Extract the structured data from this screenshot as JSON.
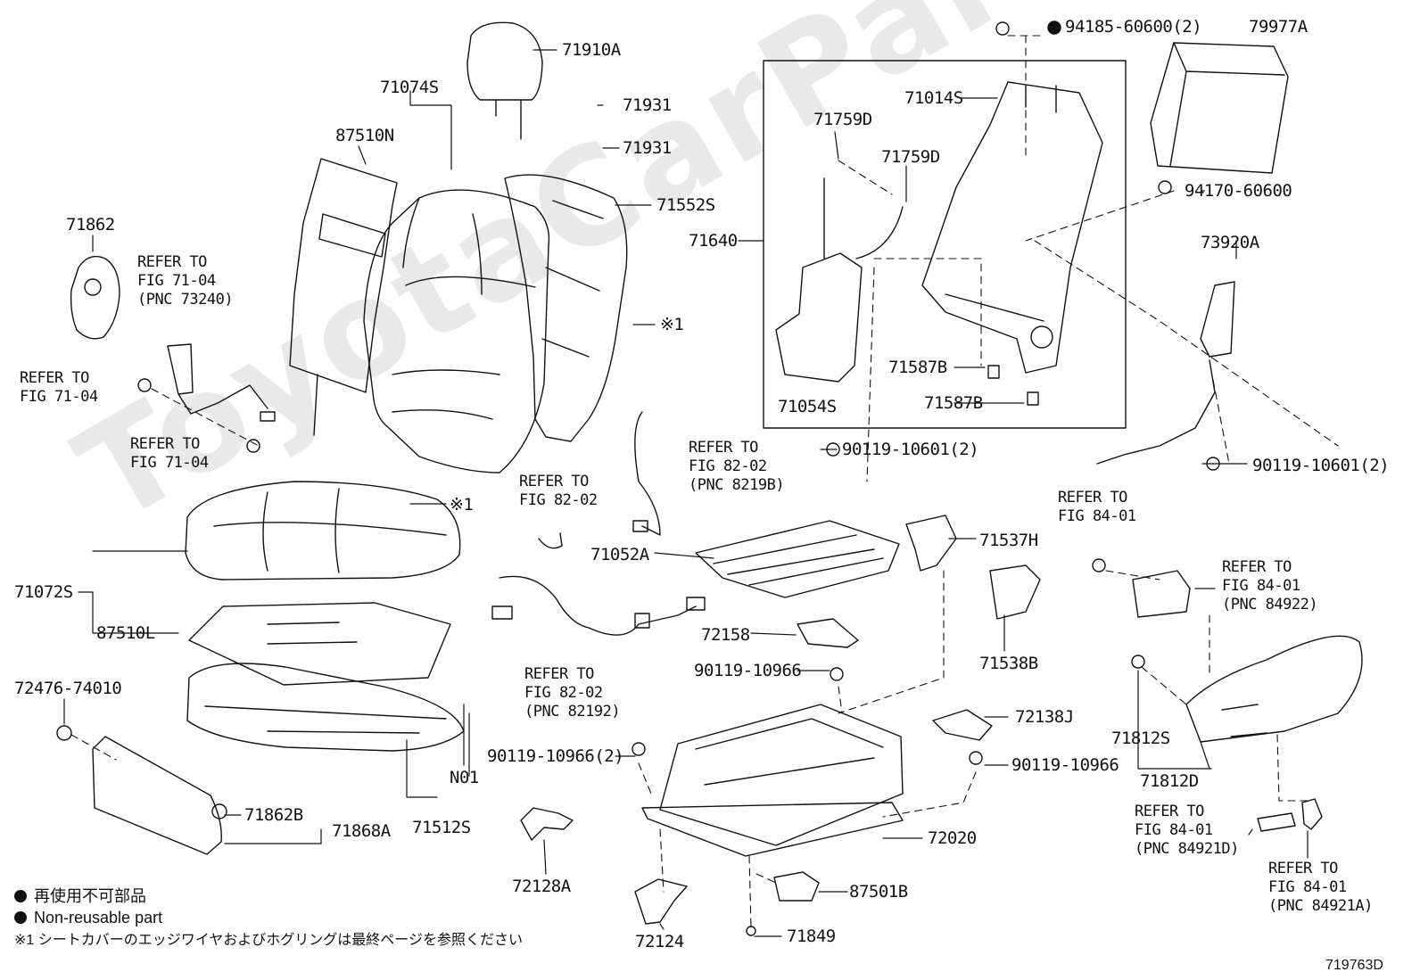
{
  "watermark": "ToyotaCarParts.ru",
  "parts": {
    "p71910A": "71910A",
    "p71074S": "71074S",
    "p87510N": "87510N",
    "p71931a": "71931",
    "p71931b": "71931",
    "p71552S": "71552S",
    "p71862": "71862",
    "p71014S": "71014S",
    "p71759Da": "71759D",
    "p71759Db": "71759D",
    "p71640": "71640",
    "p71587Ba": "71587B",
    "p71587Bb": "71587B",
    "p71054S": "71054S",
    "p94185": "94185-60600(2)",
    "p79977A": "79977A",
    "p94170": "94170-60600",
    "p73920A": "73920A",
    "p90119_10601a": "90119-10601(2)",
    "p90119_10601b": "90119-10601(2)",
    "note1a": "※1",
    "note1b": "※1",
    "p71072S": "71072S",
    "p87510L": "87510L",
    "p72476": "72476-74010",
    "p71862B": "71862B",
    "p71868A": "71868A",
    "p71512S": "71512S",
    "pN01": "N01",
    "p90119_10966a": "90119-10966(2)",
    "p90119_10966b": "90119-10966",
    "p90119_10966c": "90119-10966",
    "p71052A": "71052A",
    "p71537H": "71537H",
    "p71538B": "71538B",
    "p72158": "72158",
    "p72138J": "72138J",
    "p72128A": "72128A",
    "p72124": "72124",
    "p87501B": "87501B",
    "p71849": "71849",
    "p72020": "72020",
    "p71812S": "71812S",
    "p71812D": "71812D"
  },
  "refs": {
    "r1": "REFER TO\nFIG 71-04\n(PNC 73240)",
    "r2": "REFER TO\nFIG 71-04",
    "r3": "REFER TO\nFIG 71-04",
    "r4": "REFER TO\nFIG 82-02\n(PNC 8219B)",
    "r5": "REFER TO\nFIG 82-02",
    "r6": "REFER TO\nFIG 82-02\n(PNC 82192)",
    "r7": "REFER TO\nFIG 84-01",
    "r8": "REFER TO\nFIG 84-01\n(PNC 84922)",
    "r9": "REFER TO\nFIG 84-01\n(PNC 84921D)",
    "r10": "REFER TO\nFIG 84-01\n(PNC 84921A)"
  },
  "legend": {
    "line1": "再使用不可部品",
    "line2": "Non-reusable part",
    "line3": "※1 シートカバーのエッジワイヤおよびホグリングは最終ページを参照ください"
  },
  "figure_id": "719763D"
}
